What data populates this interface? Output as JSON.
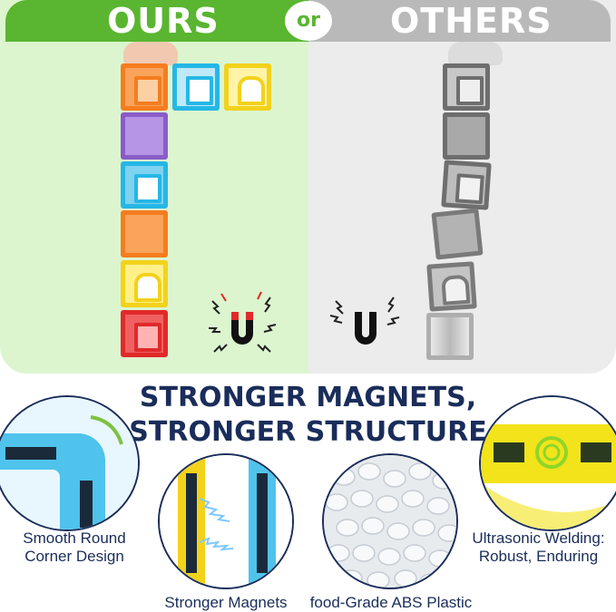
{
  "banner": {
    "ours": "OURS",
    "or": "or",
    "others": "OTHERS"
  },
  "headline": {
    "line1": "STRONGER MAGNETS,",
    "line2": "STRONGER STRUCTURE"
  },
  "features": [
    {
      "label_line1": "Smooth Round",
      "label_line2": "Corner Design",
      "icon": "rounded-corner-tile"
    },
    {
      "label": "Stronger Magnets",
      "icon": "magnets-closeup"
    },
    {
      "label": "food-Grade ABS Plastic",
      "icon": "plastic-pellets"
    },
    {
      "label_line1": "Ultrasonic Welding:",
      "label_line2": "Robust, Enduring",
      "icon": "welded-edge"
    }
  ],
  "icons": {
    "ours_magnet": "magnet-icon-red",
    "others_magnet": "magnet-icon-black"
  },
  "colors": {
    "ours_green": "#5ab531",
    "others_gray": "#b9b9b9",
    "navy": "#1a2d5a",
    "tile_orange": "#f57d1f",
    "tile_blue": "#25b7e6",
    "tile_yellow": "#f2d21b",
    "tile_purple": "#8a5cc9",
    "tile_red": "#e02a2a"
  }
}
